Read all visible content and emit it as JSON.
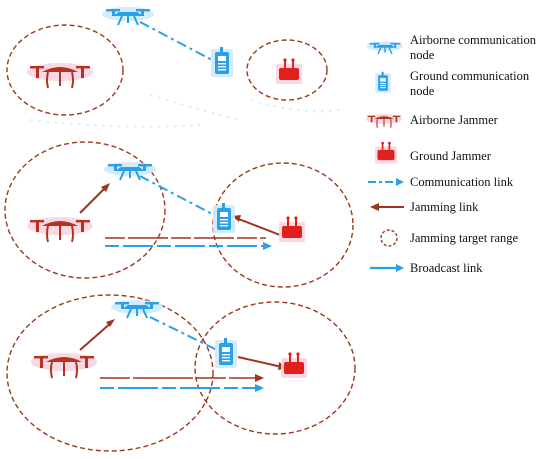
{
  "legend": {
    "items": [
      {
        "icon": "airborne-communication-node-icon",
        "label_lines": [
          "Airborne communication",
          "node"
        ]
      },
      {
        "icon": "ground-communication-node-icon",
        "label_lines": [
          "Ground communication",
          "node"
        ]
      },
      {
        "icon": "airborne-jammer-icon",
        "label_lines": [
          "Airborne Jammer"
        ]
      },
      {
        "icon": "ground-jammer-icon",
        "label_lines": [
          "Ground Jammer"
        ]
      },
      {
        "icon": "communication-link-icon",
        "label_lines": [
          "Communication link"
        ]
      },
      {
        "icon": "jamming-link-icon",
        "label_lines": [
          "Jamming link"
        ]
      },
      {
        "icon": "jamming-target-range-icon",
        "label_lines": [
          "Jamming target range"
        ]
      },
      {
        "icon": "broadcast-link-icon",
        "label_lines": [
          "Broadcast link"
        ]
      }
    ]
  },
  "colors": {
    "communication": "#2aa0e6",
    "communication_light": "#7fd0f7",
    "jammer": "#b5321f",
    "ground_jammer": "#e0201c",
    "jamming_link": "#a0331f",
    "range_ring": "#9a3a1a",
    "highlight_blue": "#cfe9fb",
    "highlight_pink": "#f7d5e0"
  }
}
